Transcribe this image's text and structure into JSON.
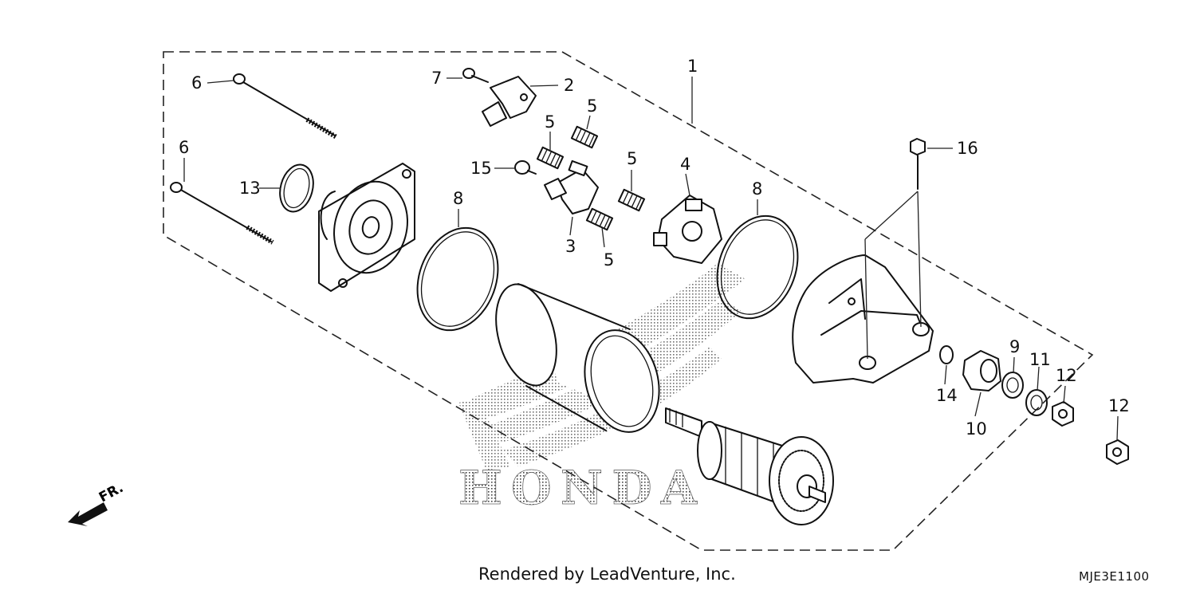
{
  "diagram": {
    "brand_watermark": "HONDA",
    "direction_label": "FR.",
    "credit": "Rendered by LeadVenture, Inc.",
    "diagram_code": "MJE3E1100",
    "callouts": [
      "1",
      "2",
      "3",
      "4",
      "5",
      "5",
      "5",
      "5",
      "6",
      "6",
      "7",
      "8",
      "8",
      "9",
      "10",
      "11",
      "12",
      "12",
      "13",
      "14",
      "15",
      "16"
    ]
  }
}
